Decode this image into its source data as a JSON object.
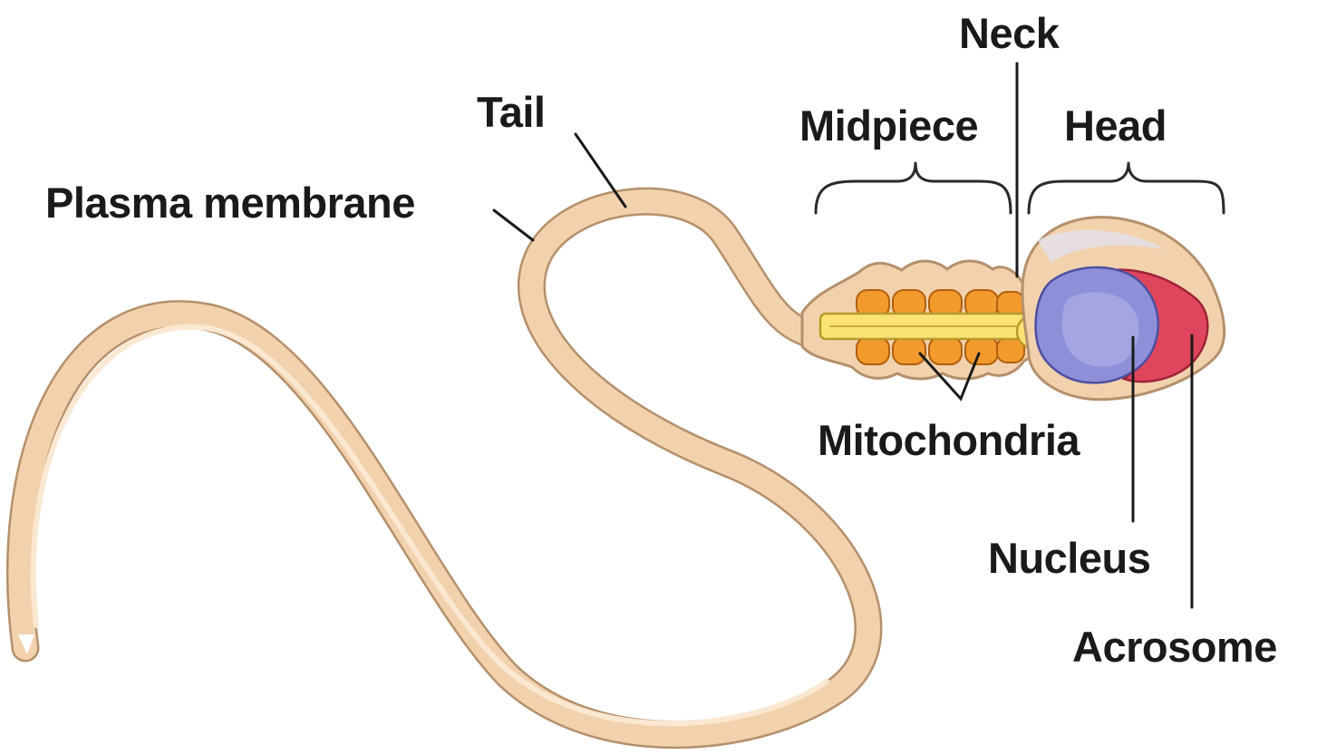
{
  "diagram": {
    "labels": {
      "neck": "Neck",
      "tail": "Tail",
      "midpiece": "Midpiece",
      "head": "Head",
      "plasma_membrane": "Plasma membrane",
      "mitochondria": "Mitochondria",
      "nucleus": "Nucleus",
      "acrosome": "Acrosome"
    },
    "colors": {
      "membrane": "#f2d2ad",
      "membrane_outline": "#b4906c",
      "mitochondria": "#f39a2c",
      "axial_filament": "#fbe274",
      "nucleus": "#8d8fd8",
      "acrosome": "#e0455e",
      "label_text": "#1a1a1a"
    }
  }
}
